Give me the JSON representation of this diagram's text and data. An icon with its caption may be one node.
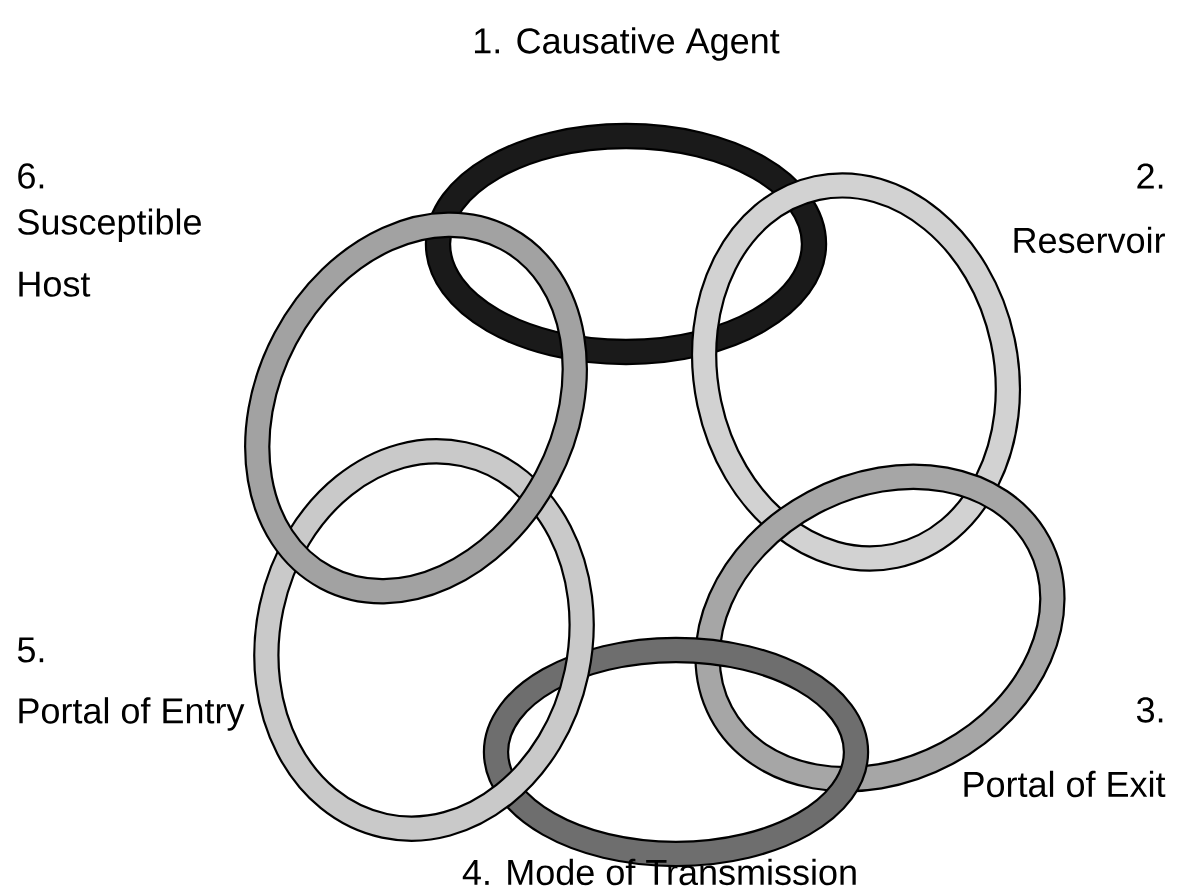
{
  "diagram": {
    "nodes": [
      {
        "text": [
          "1. Causative Agent"
        ]
      },
      {
        "text": [
          "2.",
          "Reservoir"
        ]
      },
      {
        "text": [
          "3.",
          "Portal of Exit"
        ]
      },
      {
        "text": [
          "4. Mode of Transmission"
        ]
      },
      {
        "text": [
          "5.",
          "Portal of Entry"
        ]
      },
      {
        "text": [
          "6.",
          "Susceptible Host"
        ]
      }
    ]
  }
}
